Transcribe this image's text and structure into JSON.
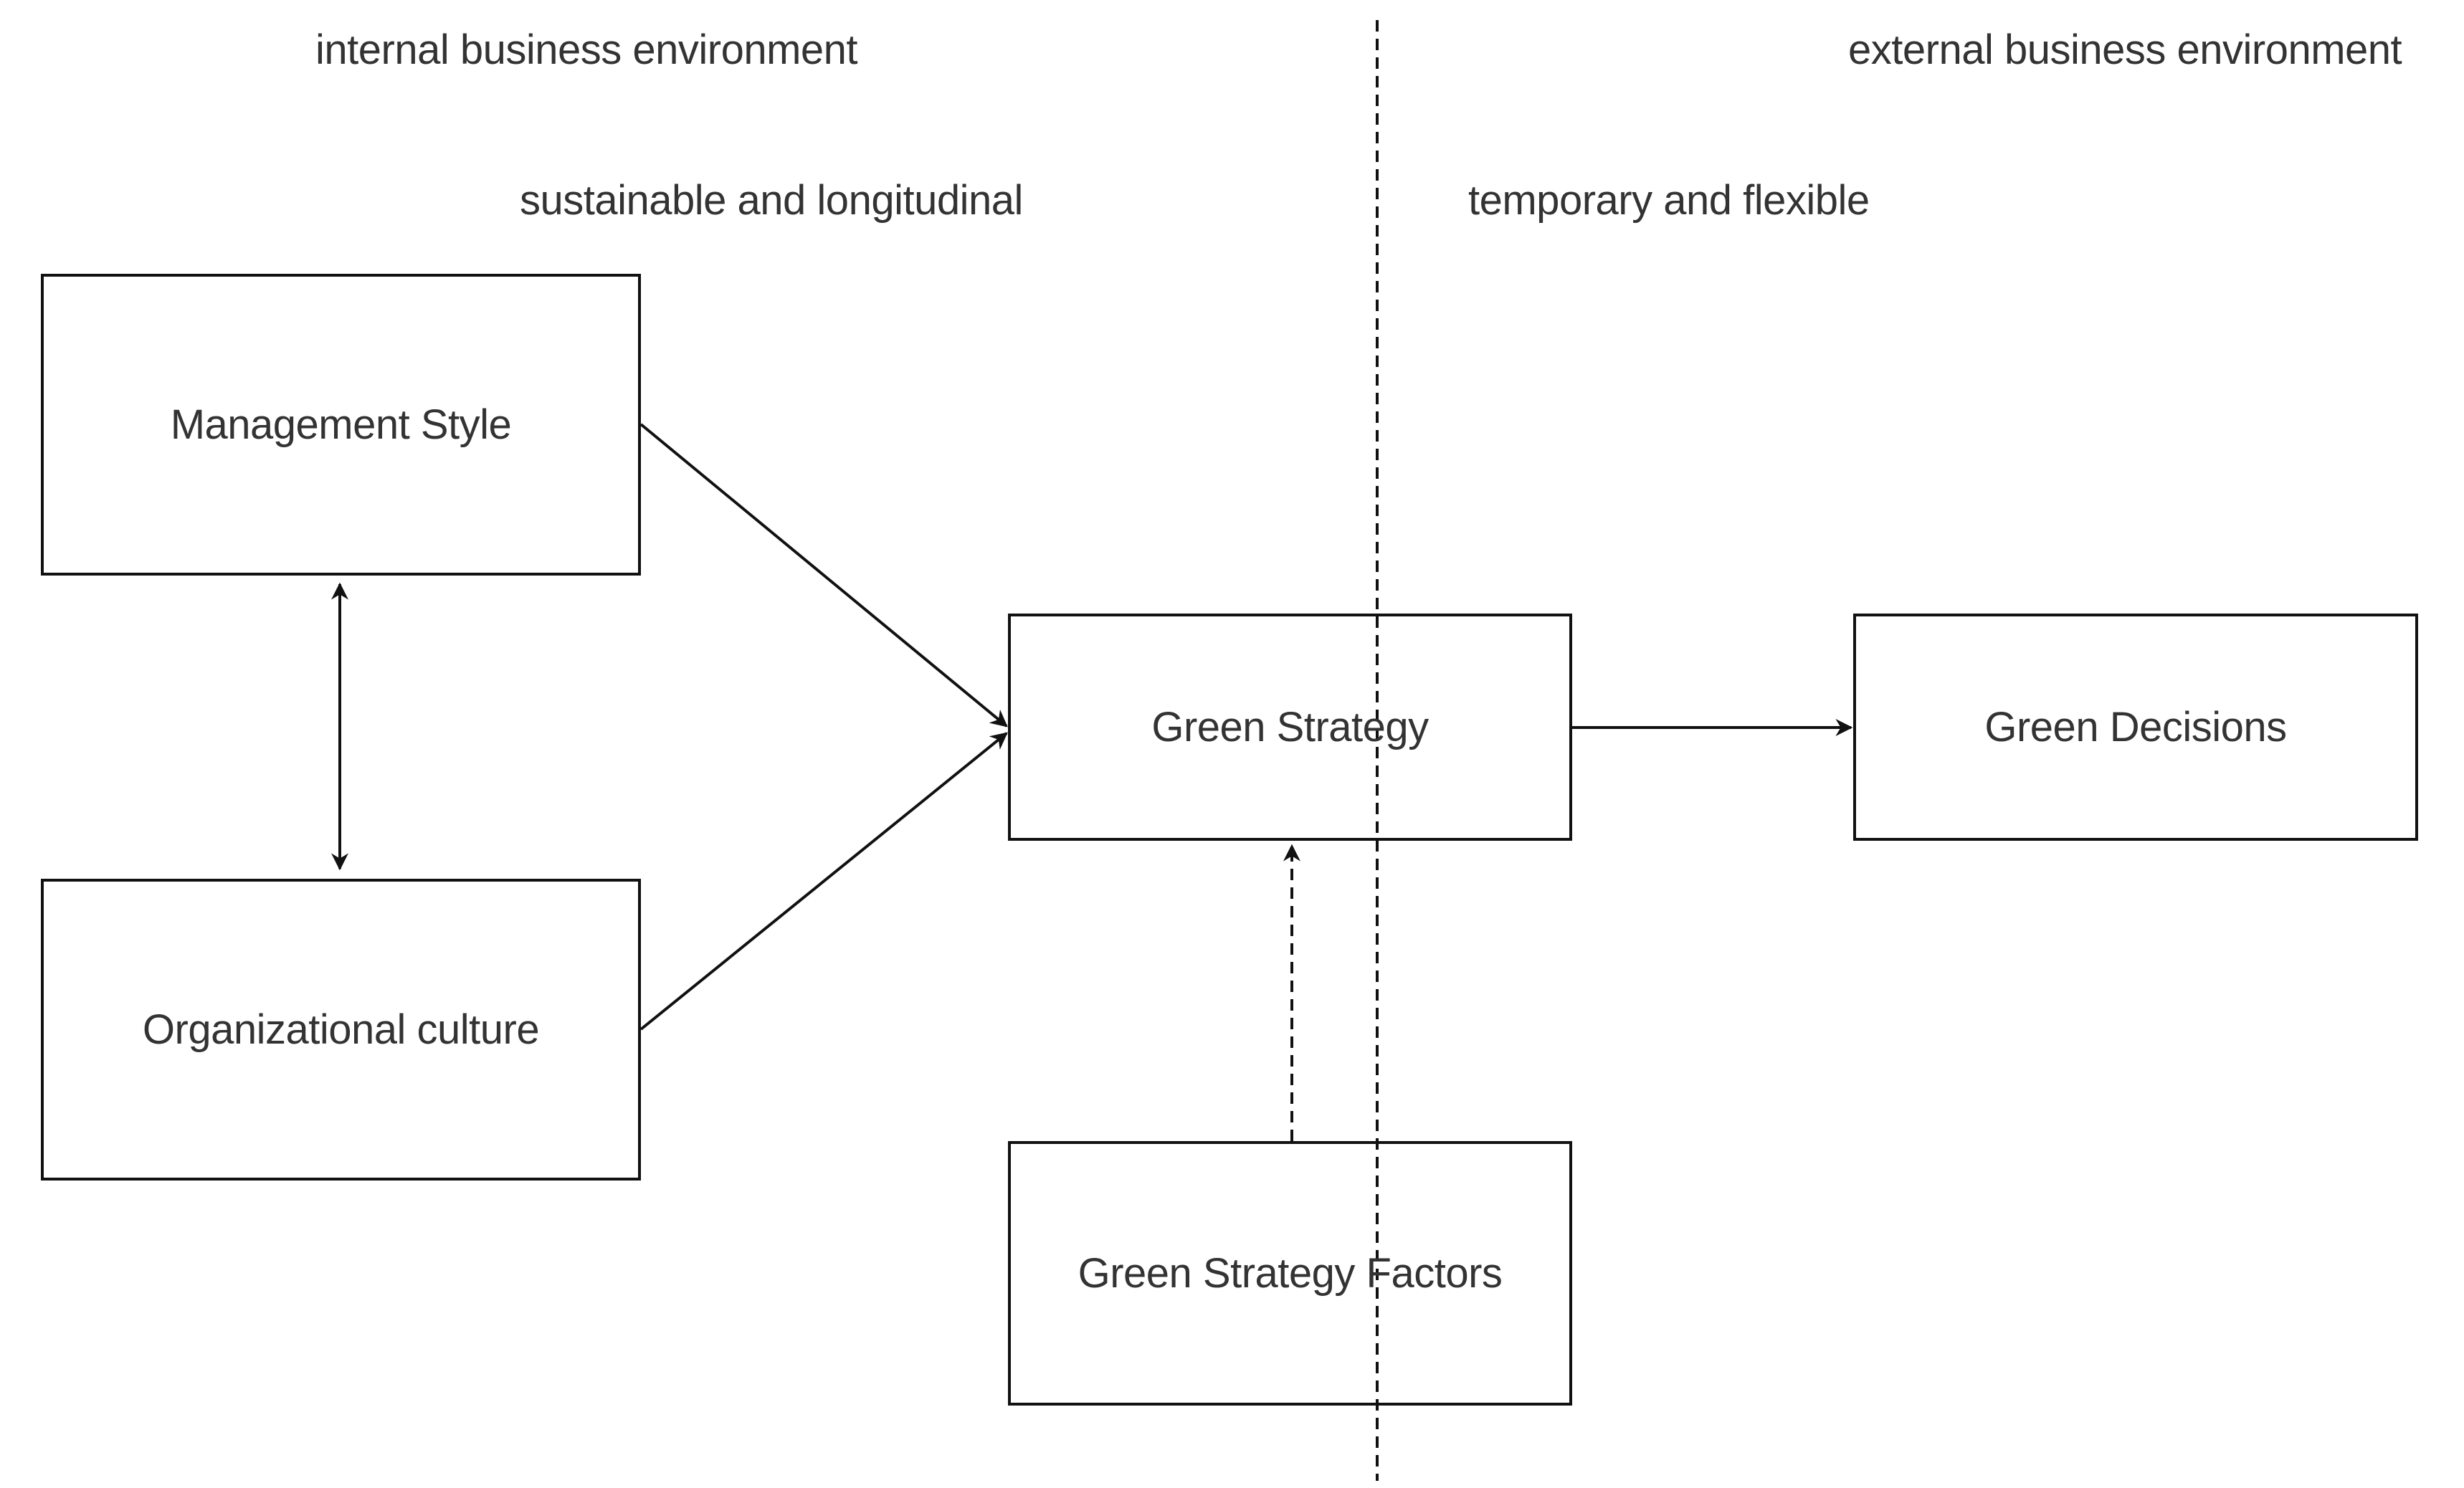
{
  "regions": {
    "internal": "internal business environment",
    "external": "external business environment"
  },
  "subtitles": {
    "internal": "sustainable and longitudinal",
    "external": "temporary and flexible"
  },
  "nodes": {
    "management_style": "Management Style",
    "organizational_culture": "Organizational culture",
    "green_strategy": "Green Strategy",
    "green_decisions": "Green Decisions",
    "green_strategy_factors": "Green Strategy Factors"
  },
  "colors": {
    "stroke": "#111111",
    "text": "#333333",
    "background": "#ffffff"
  }
}
